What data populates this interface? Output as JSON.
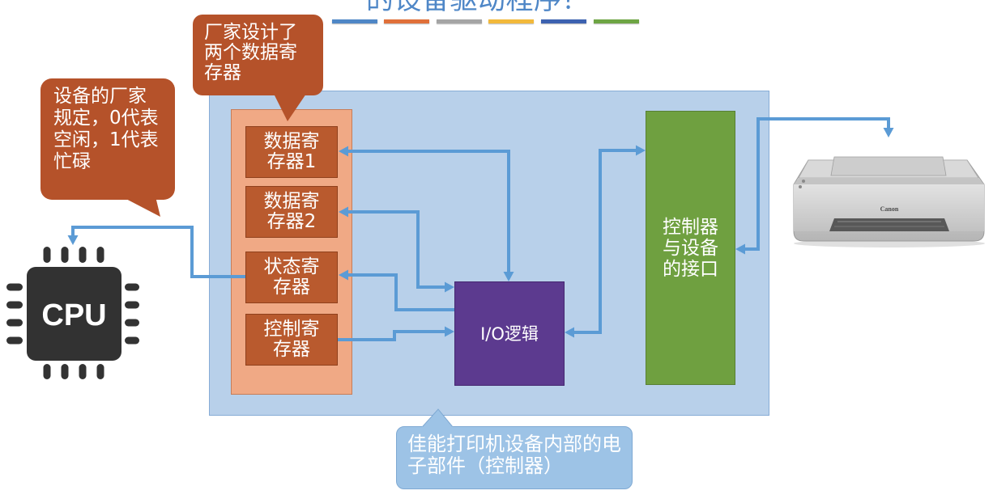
{
  "slide": {
    "title": "的设备驱动程序？",
    "accent_bar_colors": [
      "#4f87c6",
      "#e0703a",
      "#a5a5a5",
      "#f2b93b",
      "#3d62b0",
      "#6ea544"
    ]
  },
  "controller_box": {
    "registers": [
      {
        "lines": [
          "数据寄",
          "存器1"
        ]
      },
      {
        "lines": [
          "数据寄",
          "存器2"
        ]
      },
      {
        "lines": [
          "状态寄",
          "存器"
        ]
      },
      {
        "lines": [
          "控制寄",
          "存器"
        ]
      }
    ],
    "io_logic": "I/O逻辑",
    "device_interface": {
      "lines": [
        "控制器",
        "与设备",
        "的接口"
      ]
    }
  },
  "callouts": {
    "data_registers": {
      "lines": [
        "厂家设计了",
        "两个数据寄",
        "存器"
      ]
    },
    "status_register": {
      "lines": [
        "设备的厂家",
        "规定，0代表",
        "空闲，1代表",
        "忙碌"
      ]
    },
    "controller": {
      "lines": [
        "佳能打印机设备内部的电",
        "子部件（控制器）"
      ]
    }
  },
  "cpu": {
    "label": "CPU",
    "icon": "cpu-chip-icon"
  },
  "printer": {
    "brand": "Canon",
    "icon": "printer-icon"
  },
  "colors": {
    "title": "#4f87c7",
    "arrow": "#5b9bd5",
    "controller_box": "#b8d0ea",
    "register_group": "#f0a985",
    "register": "#b95a2e",
    "io_logic": "#5c3a8f",
    "device_interface": "#6fa040",
    "callout_orange": "#b5522a",
    "callout_blue": "#9dc3e6",
    "cpu_chip": "#323232"
  }
}
